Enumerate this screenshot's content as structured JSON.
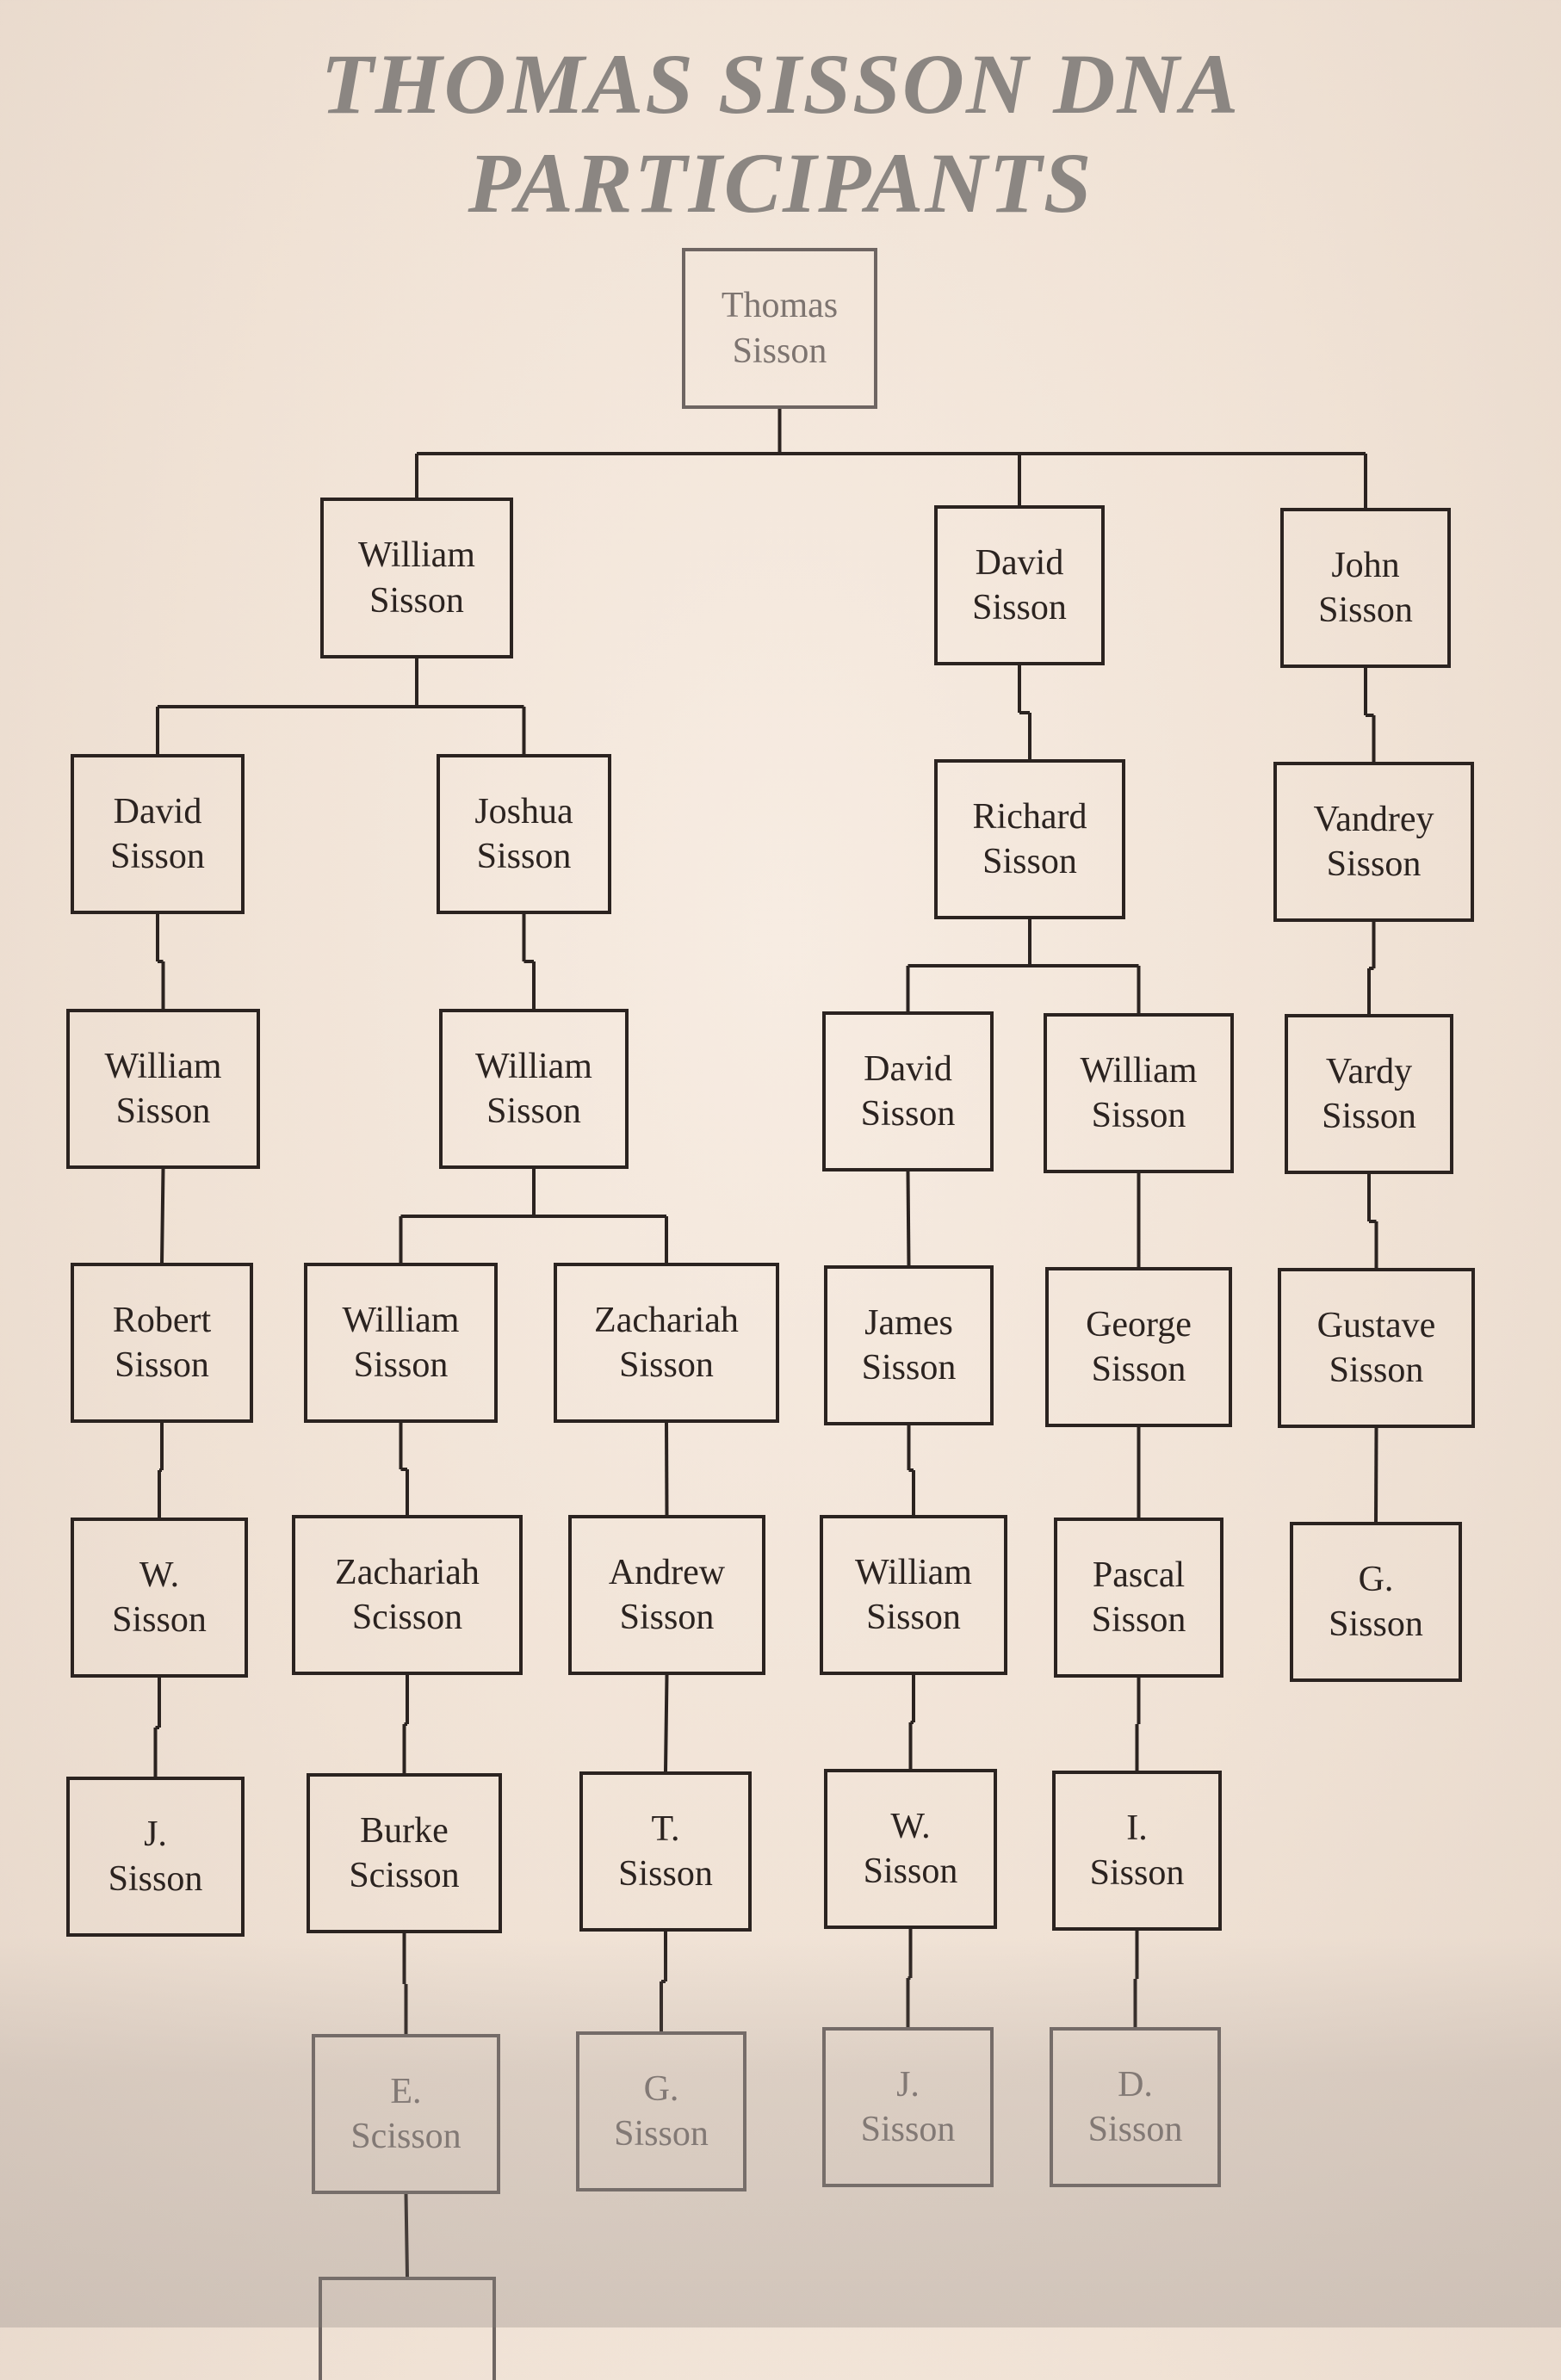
{
  "title": "THOMAS SISSON DNA PARTICIPANTS",
  "nodes": [
    {
      "id": "thomas",
      "text": "Thomas\nSisson",
      "faint": true
    },
    {
      "id": "william-a",
      "text": "William\nSisson"
    },
    {
      "id": "david-a",
      "text": "David\nSisson"
    },
    {
      "id": "john-a",
      "text": "John\nSisson"
    },
    {
      "id": "david-b",
      "text": "David\nSisson"
    },
    {
      "id": "joshua",
      "text": "Joshua\nSisson"
    },
    {
      "id": "richard",
      "text": "Richard\nSisson"
    },
    {
      "id": "vandrey",
      "text": "Vandrey\nSisson"
    },
    {
      "id": "william-b",
      "text": "William\nSisson"
    },
    {
      "id": "william-c",
      "text": "William\nSisson"
    },
    {
      "id": "david-c",
      "text": "David\nSisson"
    },
    {
      "id": "william-d",
      "text": "William\nSisson"
    },
    {
      "id": "vardy",
      "text": "Vardy\nSisson"
    },
    {
      "id": "robert",
      "text": "Robert\nSisson"
    },
    {
      "id": "william-e",
      "text": "William\nSisson"
    },
    {
      "id": "zachariah-a",
      "text": "Zachariah\nSisson"
    },
    {
      "id": "james",
      "text": "James\nSisson"
    },
    {
      "id": "george",
      "text": "George\nSisson"
    },
    {
      "id": "gustave",
      "text": "Gustave\nSisson"
    },
    {
      "id": "w-a",
      "text": "W.\nSisson"
    },
    {
      "id": "zachariah-b",
      "text": "Zachariah\nScisson"
    },
    {
      "id": "andrew",
      "text": "Andrew\nSisson"
    },
    {
      "id": "william-f",
      "text": "William\nSisson"
    },
    {
      "id": "pascal",
      "text": "Pascal\nSisson"
    },
    {
      "id": "g-a",
      "text": "G.\nSisson"
    },
    {
      "id": "j-a",
      "text": "J.\nSisson"
    },
    {
      "id": "burke",
      "text": "Burke\nScisson"
    },
    {
      "id": "t",
      "text": "T.\nSisson"
    },
    {
      "id": "w-b",
      "text": "W.\nSisson"
    },
    {
      "id": "i",
      "text": "I.\nSisson"
    },
    {
      "id": "e",
      "text": "E.\nScisson",
      "faint": true
    },
    {
      "id": "g-b",
      "text": "G.\nSisson",
      "faint": true
    },
    {
      "id": "j-b",
      "text": "J.\nSisson",
      "faint": true
    },
    {
      "id": "d",
      "text": "D.\nSisson",
      "faint": true
    },
    {
      "id": "partial",
      "text": "",
      "faint": true
    }
  ],
  "edges": [
    [
      "thomas",
      "william-a"
    ],
    [
      "thomas",
      "david-a"
    ],
    [
      "thomas",
      "john-a"
    ],
    [
      "william-a",
      "david-b"
    ],
    [
      "william-a",
      "joshua"
    ],
    [
      "david-a",
      "richard"
    ],
    [
      "john-a",
      "vandrey"
    ],
    [
      "david-b",
      "william-b"
    ],
    [
      "joshua",
      "william-c"
    ],
    [
      "richard",
      "david-c"
    ],
    [
      "richard",
      "william-d"
    ],
    [
      "vandrey",
      "vardy"
    ],
    [
      "william-b",
      "robert"
    ],
    [
      "william-c",
      "william-e"
    ],
    [
      "william-c",
      "zachariah-a"
    ],
    [
      "david-c",
      "james"
    ],
    [
      "william-d",
      "george"
    ],
    [
      "vardy",
      "gustave"
    ],
    [
      "robert",
      "w-a"
    ],
    [
      "william-e",
      "zachariah-b"
    ],
    [
      "zachariah-a",
      "andrew"
    ],
    [
      "james",
      "william-f"
    ],
    [
      "george",
      "pascal"
    ],
    [
      "gustave",
      "g-a"
    ],
    [
      "w-a",
      "j-a"
    ],
    [
      "zachariah-b",
      "burke"
    ],
    [
      "andrew",
      "t"
    ],
    [
      "william-f",
      "w-b"
    ],
    [
      "pascal",
      "i"
    ],
    [
      "burke",
      "e"
    ],
    [
      "t",
      "g-b"
    ],
    [
      "w-b",
      "j-b"
    ],
    [
      "i",
      "d"
    ],
    [
      "e",
      "partial"
    ]
  ]
}
